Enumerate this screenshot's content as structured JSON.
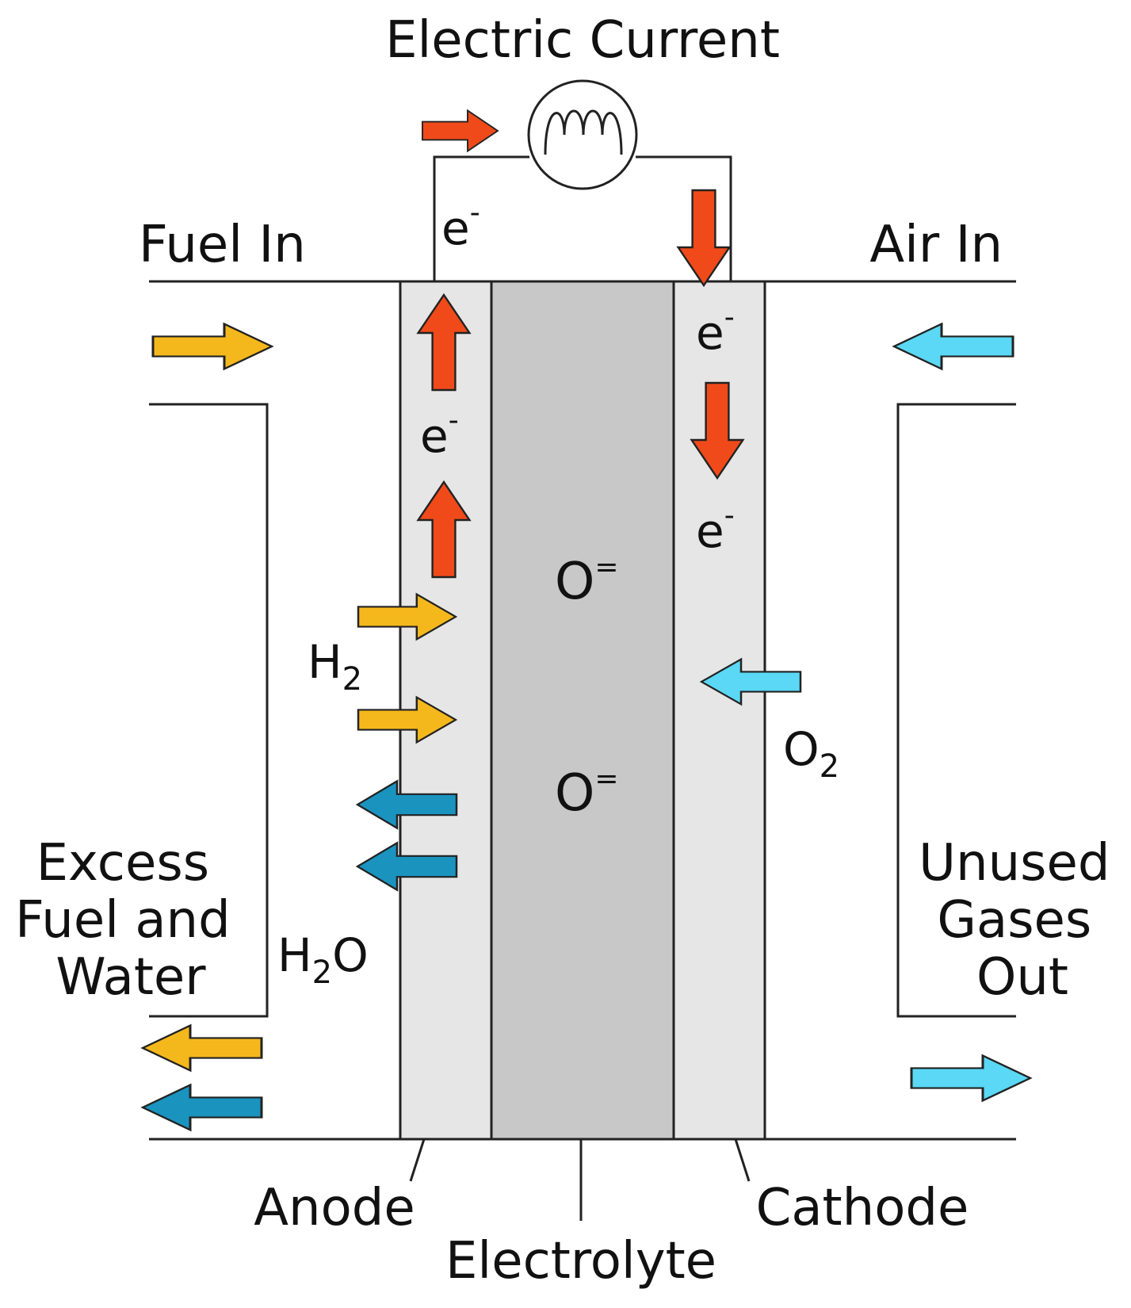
{
  "labels": {
    "electric_current": "Electric Current",
    "fuel_in": "Fuel In",
    "air_in": "Air In",
    "excess_fuel_and_water": [
      "Excess",
      "Fuel and",
      "Water"
    ],
    "unused_gases_out": [
      "Unused",
      "Gases",
      "Out"
    ],
    "anode": "Anode",
    "electrolyte": "Electrolyte",
    "cathode": "Cathode",
    "electron": "e",
    "electron_charge": "-",
    "oxide_ion": "O",
    "oxide_charge": "=",
    "hydrogen": "H",
    "hydrogen_subscript": "2",
    "oxygen": "O",
    "oxygen_subscript": "2",
    "water_h": "H",
    "water_subscript": "2",
    "water_o": "O"
  },
  "colors": {
    "electron_flow": "#f04a1a",
    "fuel": "#f5b81c",
    "water": "#1a93bf",
    "air": "#5ad8f5",
    "electrode": "#e6e6e6",
    "electrolyte": "#c8c8c8",
    "outline": "#222222"
  }
}
